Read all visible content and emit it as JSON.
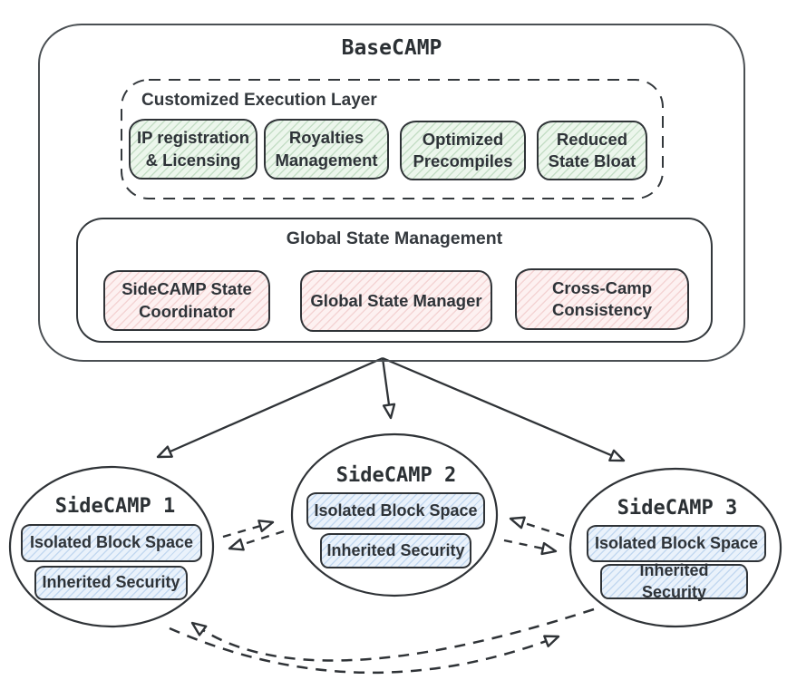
{
  "basecamp": {
    "title": "BaseCAMP",
    "execution_layer": {
      "title": "Customized Execution Layer",
      "boxes": [
        "IP registration & Licensing",
        "Royalties Management",
        "Optimized Precompiles",
        "Reduced State Bloat"
      ]
    },
    "state_management": {
      "title": "Global State Management",
      "boxes": [
        "SideCAMP State Coordinator",
        "Global State Manager",
        "Cross-Camp Consistency"
      ]
    }
  },
  "sidecamps": [
    {
      "title": "SideCAMP 1",
      "boxes": [
        "Isolated Block Space",
        "Inherited Security"
      ]
    },
    {
      "title": "SideCAMP 2",
      "boxes": [
        "Isolated Block Space",
        "Inherited Security"
      ]
    },
    {
      "title": "SideCAMP 3",
      "boxes": [
        "Isolated Block Space",
        "Inherited Security"
      ]
    }
  ],
  "colors": {
    "execution_box_fill": "#ecf6ec",
    "execution_hatch": "#6aa870",
    "state_box_fill": "#fdf1f1",
    "state_hatch": "#d87676",
    "sidecamp_box_fill": "#eaf2fb",
    "sidecamp_hatch": "#5e96d4",
    "stroke": "#2f3337",
    "text": "#2e3338"
  }
}
